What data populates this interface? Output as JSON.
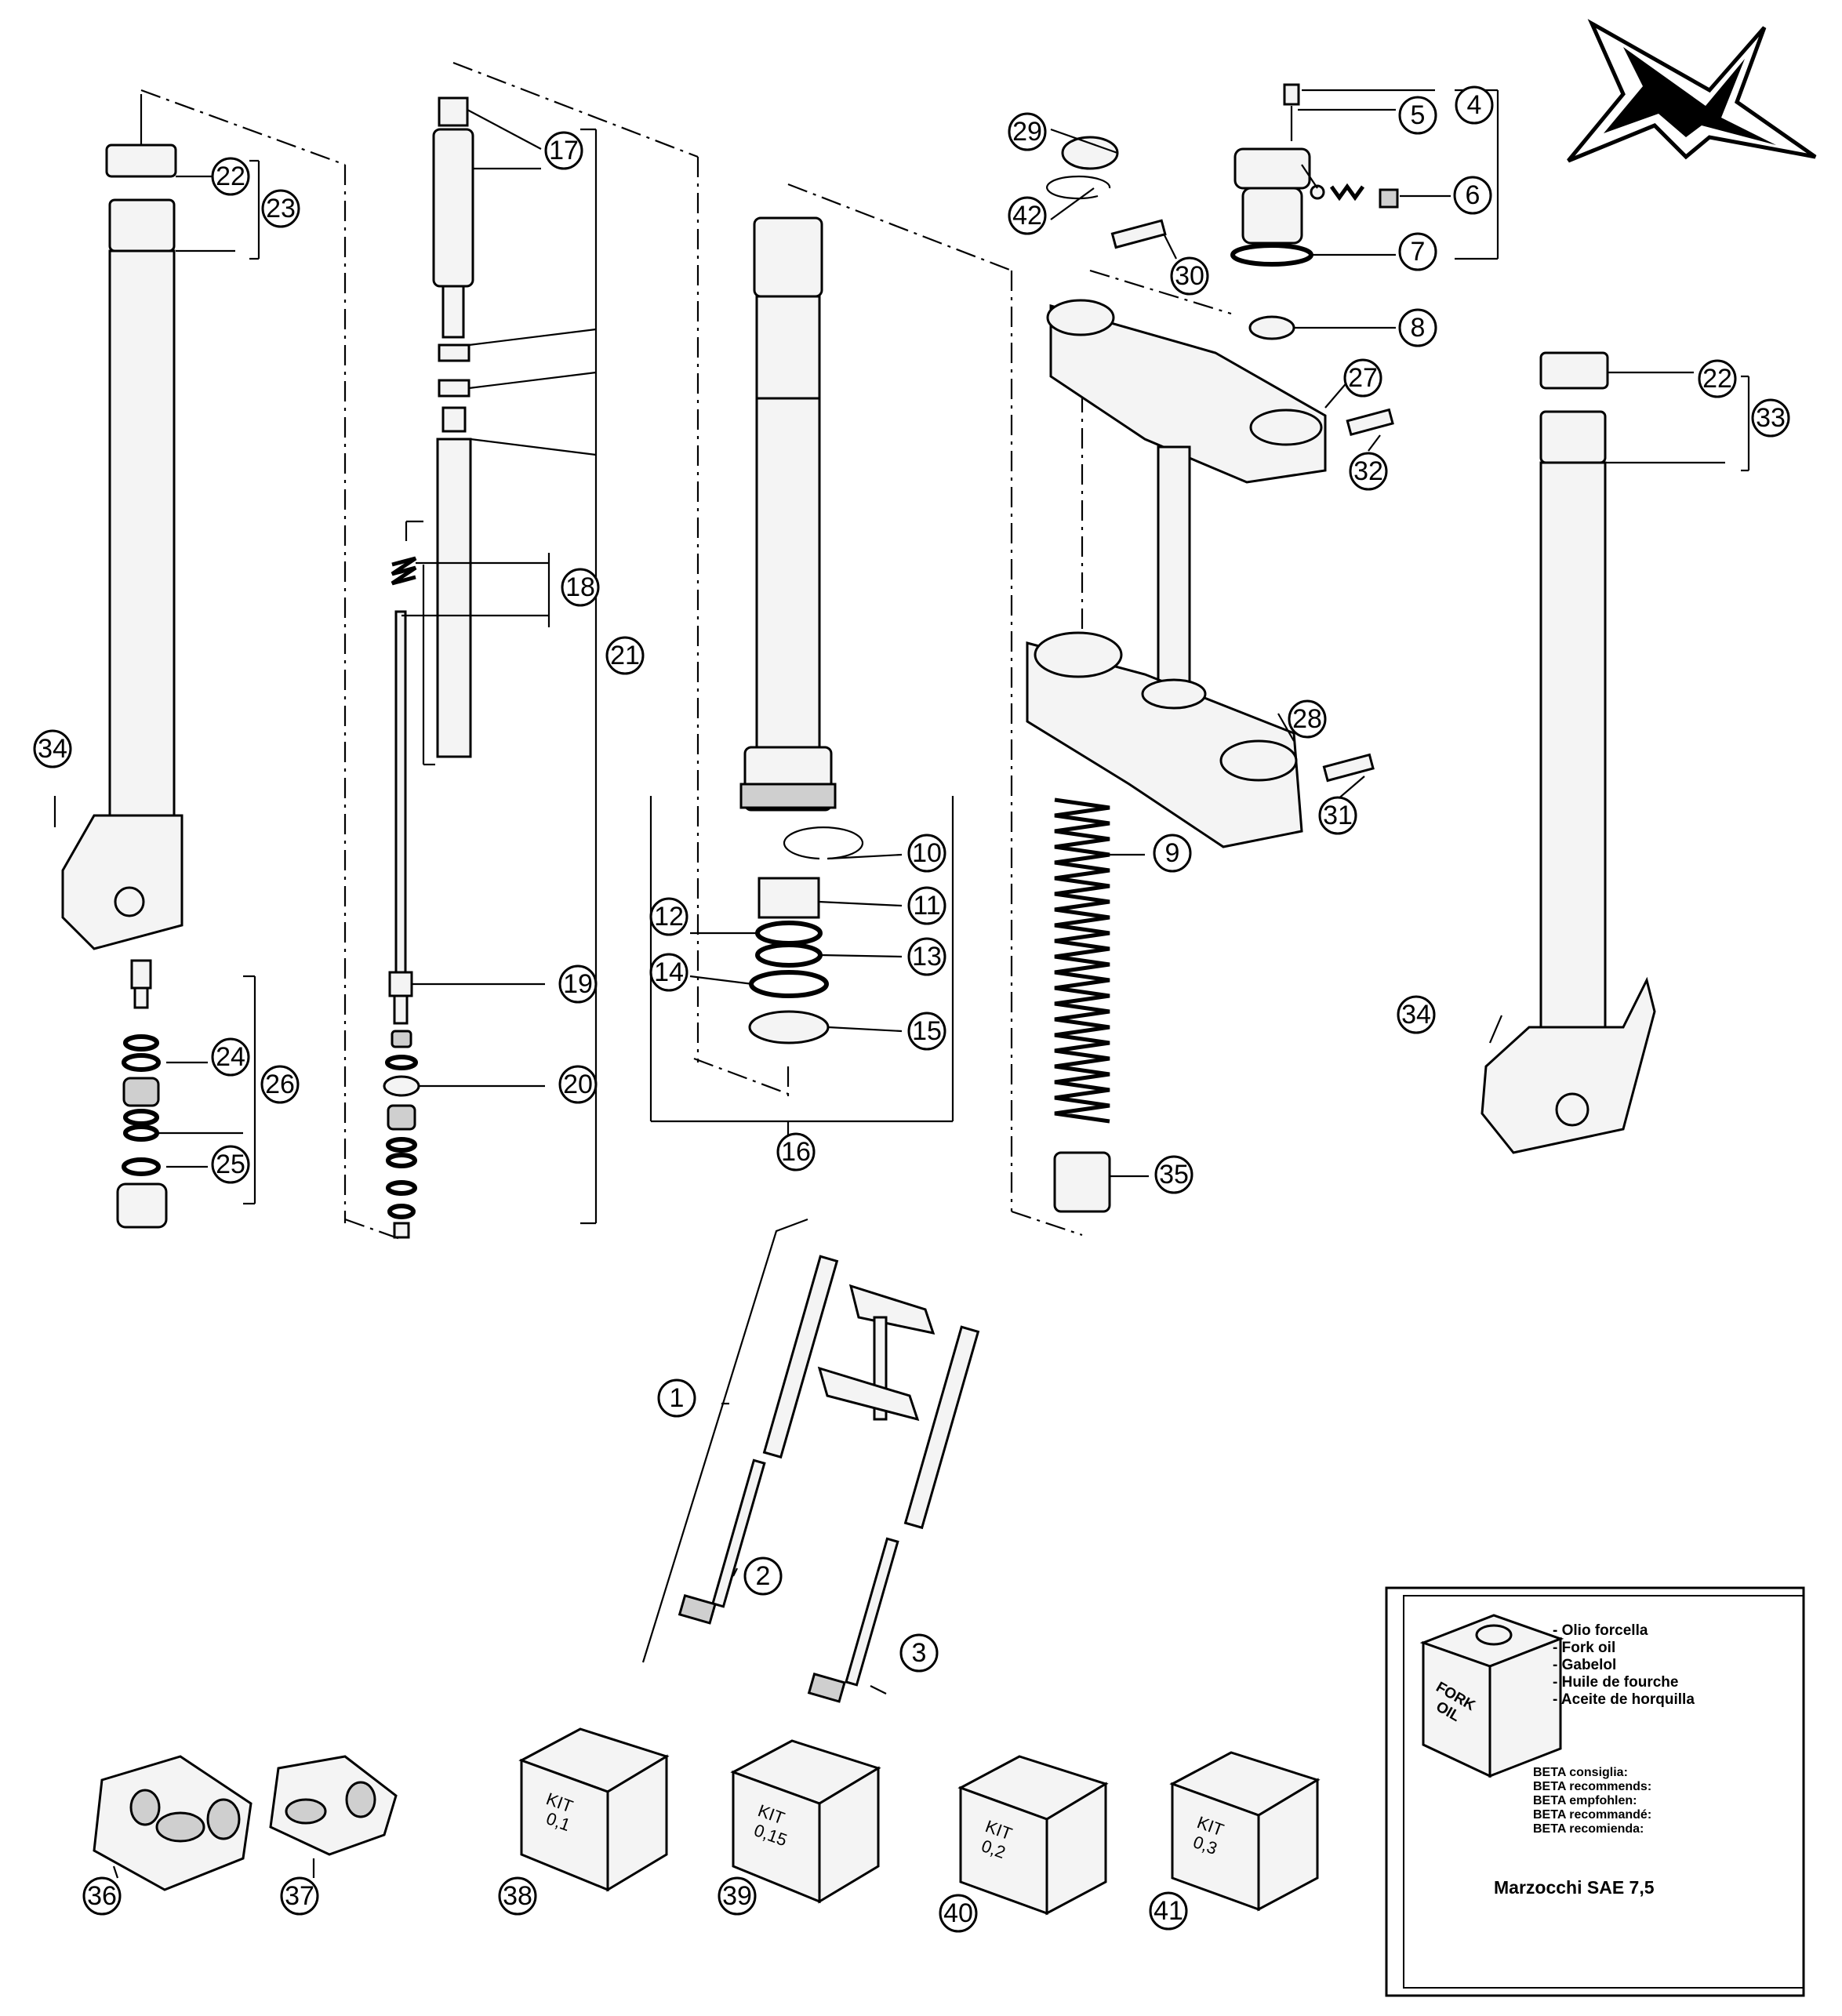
{
  "callouts": [
    {
      "n": "1"
    },
    {
      "n": "2"
    },
    {
      "n": "3"
    },
    {
      "n": "4"
    },
    {
      "n": "5"
    },
    {
      "n": "6"
    },
    {
      "n": "7"
    },
    {
      "n": "8"
    },
    {
      "n": "9"
    },
    {
      "n": "10"
    },
    {
      "n": "11"
    },
    {
      "n": "12"
    },
    {
      "n": "13"
    },
    {
      "n": "14"
    },
    {
      "n": "15"
    },
    {
      "n": "16"
    },
    {
      "n": "17"
    },
    {
      "n": "18"
    },
    {
      "n": "19"
    },
    {
      "n": "20"
    },
    {
      "n": "21"
    },
    {
      "n": "22"
    },
    {
      "n": "22"
    },
    {
      "n": "23"
    },
    {
      "n": "24"
    },
    {
      "n": "25"
    },
    {
      "n": "26"
    },
    {
      "n": "27"
    },
    {
      "n": "28"
    },
    {
      "n": "29"
    },
    {
      "n": "30"
    },
    {
      "n": "31"
    },
    {
      "n": "32"
    },
    {
      "n": "33"
    },
    {
      "n": "34"
    },
    {
      "n": "34"
    },
    {
      "n": "35"
    },
    {
      "n": "36"
    },
    {
      "n": "37"
    },
    {
      "n": "38"
    },
    {
      "n": "39"
    },
    {
      "n": "40"
    },
    {
      "n": "41"
    },
    {
      "n": "42"
    }
  ],
  "kits": [
    {
      "title": "KIT",
      "value": "0,1"
    },
    {
      "title": "KIT",
      "value": "0,15"
    },
    {
      "title": "KIT",
      "value": "0,2"
    },
    {
      "title": "KIT",
      "value": "0,3"
    }
  ],
  "oil_box": {
    "can_label_line1": "FORK",
    "can_label_line2": "OIL",
    "names": [
      "- Olio forcella",
      "- Fork oil",
      "- Gabelol",
      "- Huile de fourche",
      "- Aceite de horquilla"
    ],
    "recommends": [
      "BETA consiglia:",
      "BETA recommends:",
      "BETA empfohlen:",
      "BETA recommandé:",
      "BETA recomienda:"
    ],
    "product": "Marzocchi SAE 7,5"
  },
  "colors": {
    "line": "#000000",
    "fill": "#f4f4f4",
    "background": "#ffffff"
  },
  "logo_icon": "marzocchi-m-logo"
}
